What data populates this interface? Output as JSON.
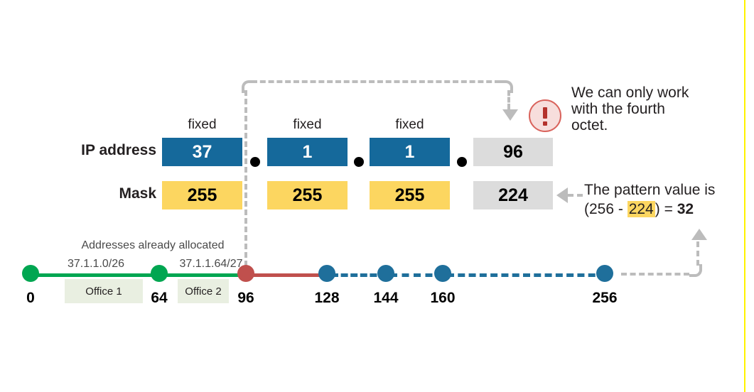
{
  "diagram": {
    "title": "IPv4 subnetting fourth-octet diagram",
    "colors": {
      "ip_octet_fill": "#15699B",
      "mask_octet_fill": "#FCD660",
      "variable_octet_fill": "#DCDCDC",
      "allocated_line": "#00A651",
      "current_block_line": "#C0504D",
      "pattern_line": "#1F6F9B",
      "connector": "#BCBCBC",
      "warning_border": "#D9635C",
      "warning_fill": "#F7DEDC",
      "office_box_fill": "#E9EFE1",
      "edge_accent": "#FFF200"
    }
  },
  "table": {
    "row_labels": {
      "ip": "IP address",
      "mask": "Mask"
    },
    "fixed_labels": [
      "fixed",
      "fixed",
      "fixed"
    ],
    "separators": [
      ".",
      ".",
      "."
    ],
    "ip_octets": [
      {
        "value": "37",
        "state": "fixed"
      },
      {
        "value": "1",
        "state": "fixed"
      },
      {
        "value": "1",
        "state": "fixed"
      },
      {
        "value": "96",
        "state": "variable"
      }
    ],
    "mask_octets": [
      {
        "value": "255",
        "state": "fixed"
      },
      {
        "value": "255",
        "state": "fixed"
      },
      {
        "value": "255",
        "state": "fixed"
      },
      {
        "value": "224",
        "state": "variable"
      }
    ]
  },
  "warning": {
    "icon": "exclamation-icon",
    "text": "We can only work with the fourth octet."
  },
  "pattern_note": {
    "line1": "The pattern value is",
    "formula_prefix": "(256 - ",
    "formula_highlight": "224",
    "formula_suffix": ") = ",
    "result": "32"
  },
  "number_line": {
    "allocated_title": "Addresses already allocated",
    "allocations": [
      {
        "cidr": "37.1.1.0/26",
        "office": "Office 1"
      },
      {
        "cidr": "37.1.1.64/27",
        "office": "Office 2"
      }
    ],
    "ticks": [
      {
        "label": "0",
        "color": "green"
      },
      {
        "label": "64",
        "color": "green"
      },
      {
        "label": "96",
        "color": "red"
      },
      {
        "label": "128",
        "color": "blue"
      },
      {
        "label": "144",
        "color": "blue"
      },
      {
        "label": "160",
        "color": "blue"
      },
      {
        "label": "256",
        "color": "blue"
      }
    ]
  }
}
